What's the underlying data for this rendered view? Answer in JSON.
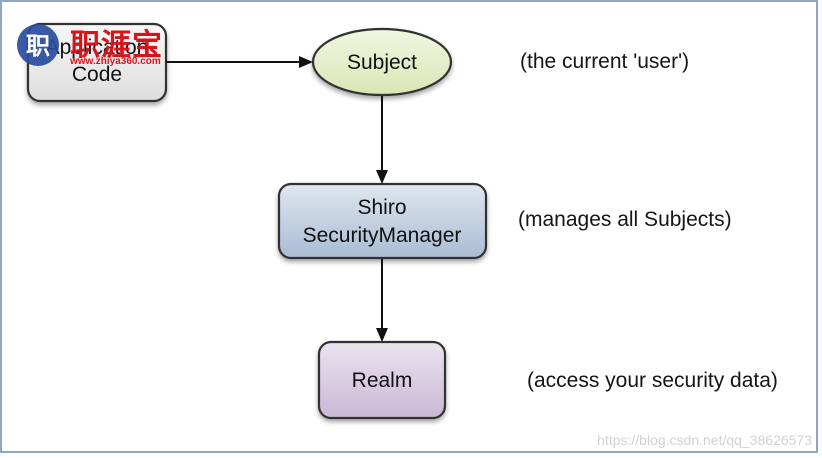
{
  "nodes": {
    "application_code": {
      "label_line1": "Application",
      "label_line2": "Code"
    },
    "subject": {
      "label": "Subject"
    },
    "security_manager": {
      "label_line1": "Shiro",
      "label_line2": "SecurityManager"
    },
    "realm": {
      "label": "Realm"
    }
  },
  "annotations": {
    "subject": "(the current 'user')",
    "security_manager": "(manages all Subjects)",
    "realm": "(access your security data)"
  },
  "watermark": {
    "brand": "职涯宝",
    "url": "www.zhiya360.com",
    "logo_char": "职"
  },
  "footer_mark": "https://blog.csdn.net/qq_38626573",
  "colors": {
    "frame_border": "#8fa6c6",
    "subject_fill": "#e6efcf",
    "security_manager_fill": "#bccadd",
    "realm_fill": "#d6cadf",
    "app_code_fill": "#ececec",
    "watermark_red": "#d8141b",
    "logo_blue": "#2a4c9c"
  }
}
